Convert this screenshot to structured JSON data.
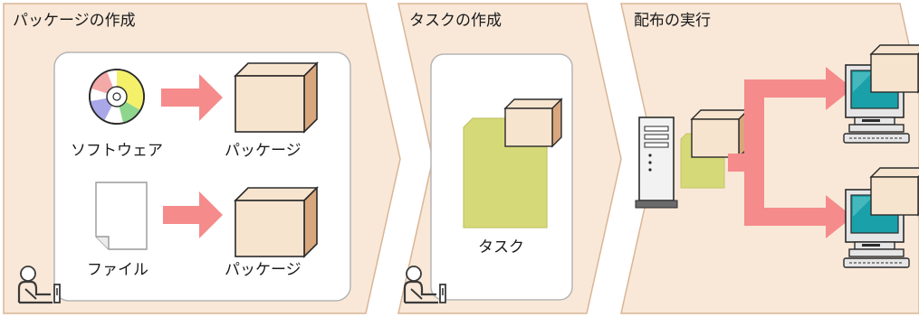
{
  "steps": [
    {
      "title": "パッケージの作成"
    },
    {
      "title": "タスクの作成"
    },
    {
      "title": "配布の実行"
    }
  ],
  "package_step": {
    "rows": [
      {
        "source_label": "ソフトウェア",
        "result_label": "パッケージ",
        "source_icon": "cd-disc-icon",
        "result_icon": "package-box-icon"
      },
      {
        "source_label": "ファイル",
        "result_label": "パッケージ",
        "source_icon": "file-icon",
        "result_icon": "package-box-icon"
      }
    ]
  },
  "task_step": {
    "task_label": "タスク"
  },
  "icons": {
    "operator": "operator-at-computer-icon",
    "server": "server-tower-icon",
    "client": "client-pc-icon"
  },
  "colors": {
    "stage_fill": "#f9e8d8",
    "stage_stroke": "#d9b596",
    "arrow": "#f58b8b",
    "box_front": "#f7e4cf",
    "box_side": "#d9a77e",
    "task_doc": "#d6d978",
    "monitor_screen": "#1aa0a8"
  }
}
